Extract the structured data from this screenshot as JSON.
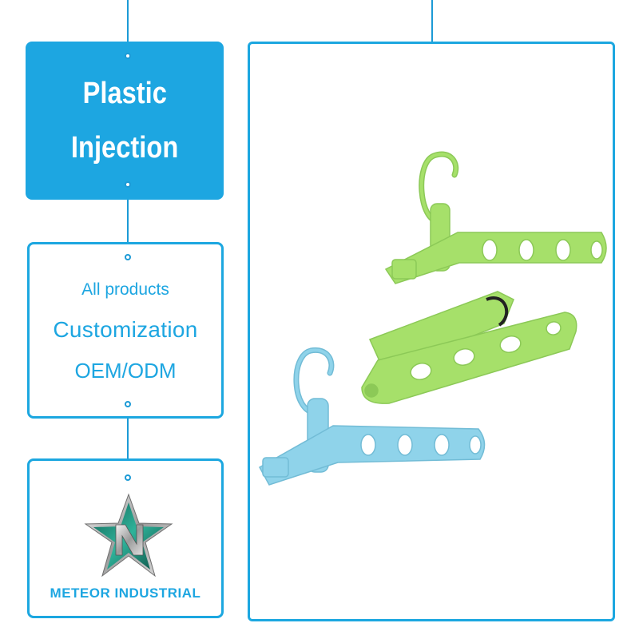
{
  "title_box": {
    "line1": "Plastic",
    "line2": "Injection"
  },
  "info_box": {
    "line1": "All products",
    "line2": "Customization",
    "line3": "OEM/ODM"
  },
  "brand_box": {
    "logo_icon": "star-logo-icon",
    "name": "METEOR INDUSTRIAL"
  },
  "product_box": {
    "image": "plastic-hangers-photo",
    "hanger_colors": [
      "#a6e06a",
      "#8fd3ea"
    ]
  },
  "colors": {
    "accent": "#1da6e1",
    "line": "#1c9ad6"
  }
}
